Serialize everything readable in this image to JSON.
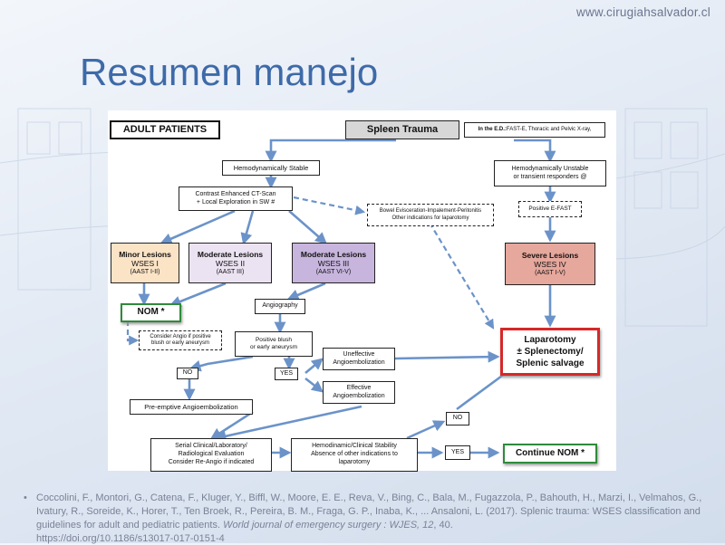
{
  "slide": {
    "website": "www.cirugiahsalvador.cl",
    "title": "Resumen manejo"
  },
  "flowchart": {
    "adult_patients": "ADULT PATIENTS",
    "spleen_trauma": "Spleen Trauma",
    "in_ed_label": "In the E.D.:",
    "in_ed_text": " FAST-E, Thoracic and Pelvic X-ray,",
    "hemo_stable": "Hemodynamically Stable",
    "hemo_unstable": [
      "Hemodynamically Unstable",
      "or transient responders @"
    ],
    "ct_scan": [
      "Contrast Enhanced CT-Scan",
      "+ Local Exploration in SW #"
    ],
    "other_indications": [
      "Bowel Evisceration-Impalement-Peritonitis",
      "Other indications for laparotomy"
    ],
    "positive_efast": "Positive E-FAST",
    "minor_lesions": [
      "Minor Lesions",
      "WSES I",
      "(AAST I-II)"
    ],
    "moderate_lesions_2": [
      "Moderate Lesions",
      "WSES II",
      "(AAST III)"
    ],
    "moderate_lesions_3": [
      "Moderate Lesions",
      "WSES III",
      "(AAST VI-V)"
    ],
    "severe_lesions": [
      "Severe Lesions",
      "WSES IV",
      "(AAST I-V)"
    ],
    "nom": "NOM *",
    "consider_angio": [
      "Consider Angio if positive",
      "blush or early aneurysm"
    ],
    "angiography": "Angiography",
    "positive_blush": [
      "Positive blush",
      "or early aneurysm"
    ],
    "no": "NO",
    "yes": "YES",
    "uneffective": [
      "Uneffective",
      "Angioembolization"
    ],
    "effective": [
      "Effective",
      "Angioembolization"
    ],
    "laparotomy": [
      "Laparotomy",
      "± Splenectomy/",
      "Splenic salvage"
    ],
    "pre_emptive": "Pre-emptive Angioembolization",
    "serial_eval": [
      "Serial Clinical/Laboratory/",
      "Radiological Evaluation",
      "Consider Re-Angio if indicated"
    ],
    "hemo_clinical": [
      "Hemodinamic/Clinical Stability",
      "Absence of other indications to",
      "laparotomy"
    ],
    "no2": "NO",
    "yes2": "YES",
    "continue_nom": "Continue NOM *"
  },
  "reference": {
    "bullet": "•",
    "text": "Coccolini, F., Montori, G., Catena, F., Kluger, Y., Biffl, W., Moore, E. E., Reva, V., Bing, C., Bala, M., Fugazzola, P., Bahouth, H., Marzi, I., Velmahos, G., Ivatury, R., Soreide, K., Horer, T., Ten Broek, R., Pereira, B. M., Fraga, G. P., Inaba, K., ... Ansaloni, L. (2017). Splenic trauma: WSES classification and guidelines for adult and pediatric patients. ",
    "journal": "World journal of emergency surgery : WJES, 12",
    "pages": ", 40.",
    "doi": "https://doi.org/10.1186/s13017-017-0151-4"
  },
  "colors": {
    "title": "#3e6aa8",
    "arrow": "#6b93c9",
    "minor": "#fbe3c6",
    "moderate2": "#ece3f2",
    "moderate3": "#c7b5dd",
    "severe": "#e6a79c",
    "nom_border": "#2e8b3a",
    "laparotomy_border": "#d62828",
    "gray_header": "#d7d7d7"
  }
}
